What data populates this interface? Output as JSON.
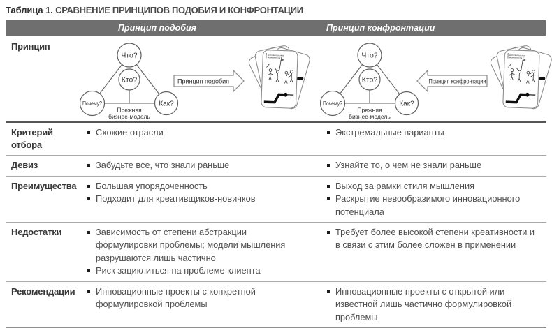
{
  "title": {
    "prefix": "Таблица 1.",
    "caption": "СРАВНЕНИЕ ПРИНЦИПОВ ПОДОБИЯ И КОНФРОНТАЦИИ"
  },
  "columns": {
    "similarity": "Принцип подобия",
    "confrontation": "Принцип конфронтации"
  },
  "principle_row": {
    "label": "Принцип",
    "diagram": {
      "what": "Что?",
      "who": "Кто?",
      "why": "Почему?",
      "how": "Как?",
      "base1": "Прежняя",
      "base2": "бизнес-модель"
    },
    "card": {
      "title1": "Дополнительные",
      "title2": "возможности"
    },
    "arrow_similarity": "Принцип подобия",
    "arrow_confrontation": "Принцип конфронтации"
  },
  "rows": [
    {
      "label": "Критерий отбора",
      "left": [
        "Схожие отрасли"
      ],
      "right": [
        "Экстремальные варианты"
      ]
    },
    {
      "label": "Девиз",
      "left": [
        "Забудьте все, что знали раньше"
      ],
      "right": [
        "Узнайте то, о чем не знали раньше"
      ]
    },
    {
      "label": "Преимущества",
      "left": [
        "Большая упорядоченность",
        "Подходит для креативщиков-новичков"
      ],
      "right": [
        "Выход за рамки стиля мышления",
        "Раскрытие невообразимого инновационного потенциала"
      ]
    },
    {
      "label": "Недостатки",
      "left": [
        "Зависимость от степени абстракции формулировки проблемы; модели мышления разрушаются лишь частично",
        "Риск зациклиться на проблеме клиента"
      ],
      "right": [
        "Требует более высокой степени креативности и в связи с этим более сложен в применении"
      ]
    },
    {
      "label": "Рекомендации",
      "left": [
        "Инновационные проекты с конкретной формулировкой проблемы"
      ],
      "right": [
        "Инновационные проекты с открытой или известной лишь частично формулировкой проблемы"
      ]
    }
  ],
  "colors": {
    "header_bg": "#6f6f6f",
    "header_text": "#ffffff",
    "separator": "#ababab",
    "strong_separator": "#555555",
    "label_text": "#383838",
    "body_text": "#4f4f4f"
  }
}
